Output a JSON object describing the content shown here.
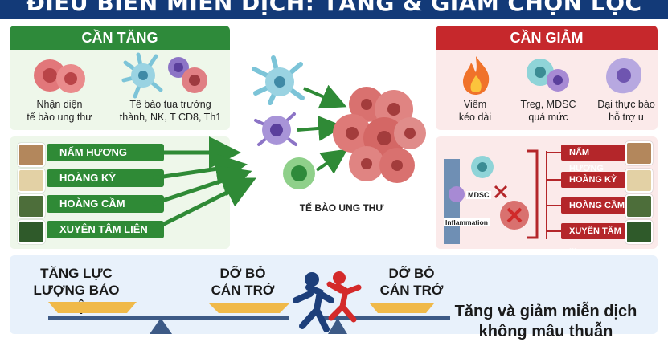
{
  "title": "ĐIỀU BIẾN MIỄN DỊCH: TĂNG & GIẢM CHỌN LỌC",
  "increase": {
    "header": "CẦN TĂNG",
    "items": [
      {
        "label_line1": "Nhận diện",
        "label_line2": "tế bào ung thư"
      },
      {
        "label_line1": "Tế bào tua trưởng",
        "label_line2": "thành, NK, T CD8, Th1"
      }
    ],
    "herbs": [
      "NẤM HƯƠNG",
      "HOÀNG KỲ",
      "HOÀNG CẦM",
      "XUYÊN TÂM LIÊN"
    ]
  },
  "decrease": {
    "header": "CẦN GIẢM",
    "items": [
      {
        "label_line1": "Viêm",
        "label_line2": "kéo dài"
      },
      {
        "label_line1": "Treg, MDSC",
        "label_line2": "quá mức"
      },
      {
        "label_line1": "Đại thực bào",
        "label_line2": "hỗ trợ u"
      }
    ],
    "herbs": [
      "NẤM HƯƠNG",
      "HOÀNG KỲ",
      "HOÀNG CẦM",
      "XUYÊN TÂM ..."
    ],
    "diagram_labels": {
      "mdsc": "MDSC",
      "inflammation": "Inflammation"
    }
  },
  "center": {
    "tumor_label": "TẾ BÀO UNG THƯ"
  },
  "bottom": {
    "left_scale_left": {
      "line1": "TĂNG LỰC",
      "line2": "LƯỢNG BẢO VỆ"
    },
    "left_scale_right": {
      "line1": "DỠ BỎ",
      "line2": "CẢN TRỞ"
    },
    "right_scale": {
      "line1": "DỠ BỎ",
      "line2": "CẢN TRỞ"
    },
    "conclusion": {
      "line1": "Tăng và giảm miễn dịch",
      "line2": "không mâu thuẫn"
    }
  },
  "colors": {
    "navy": "#133a78",
    "green": "#2e8a3a",
    "red": "#c6282c",
    "tumor": "#d9716f"
  }
}
